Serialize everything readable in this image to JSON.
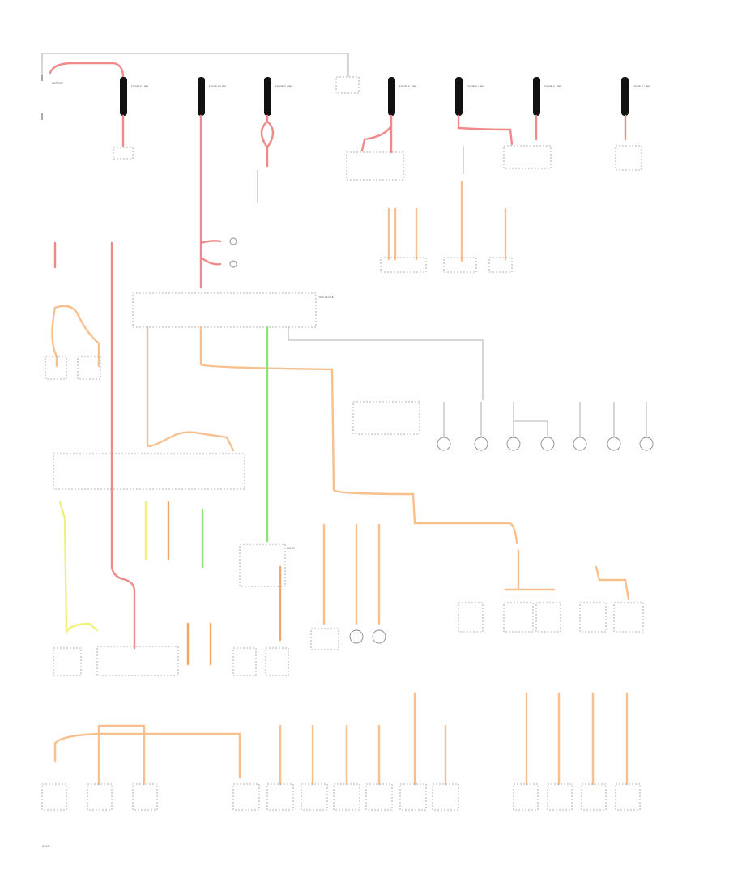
{
  "diagram": {
    "labels": {
      "battery": "BATTERY",
      "fuse_label": "FUSIBLE LINK",
      "fuse_block": "FUSE BLOCK",
      "ground": "G100",
      "relay": "RELAY"
    },
    "wire_colors": {
      "red": "#f08a8a",
      "pink": "#f6b2b2",
      "orange": "#f7c08c",
      "dark_orange": "#f0a868",
      "green": "#8ee07a",
      "yellow": "#f2f07a",
      "gray": "#9a9a9a",
      "black": "#111111"
    }
  }
}
